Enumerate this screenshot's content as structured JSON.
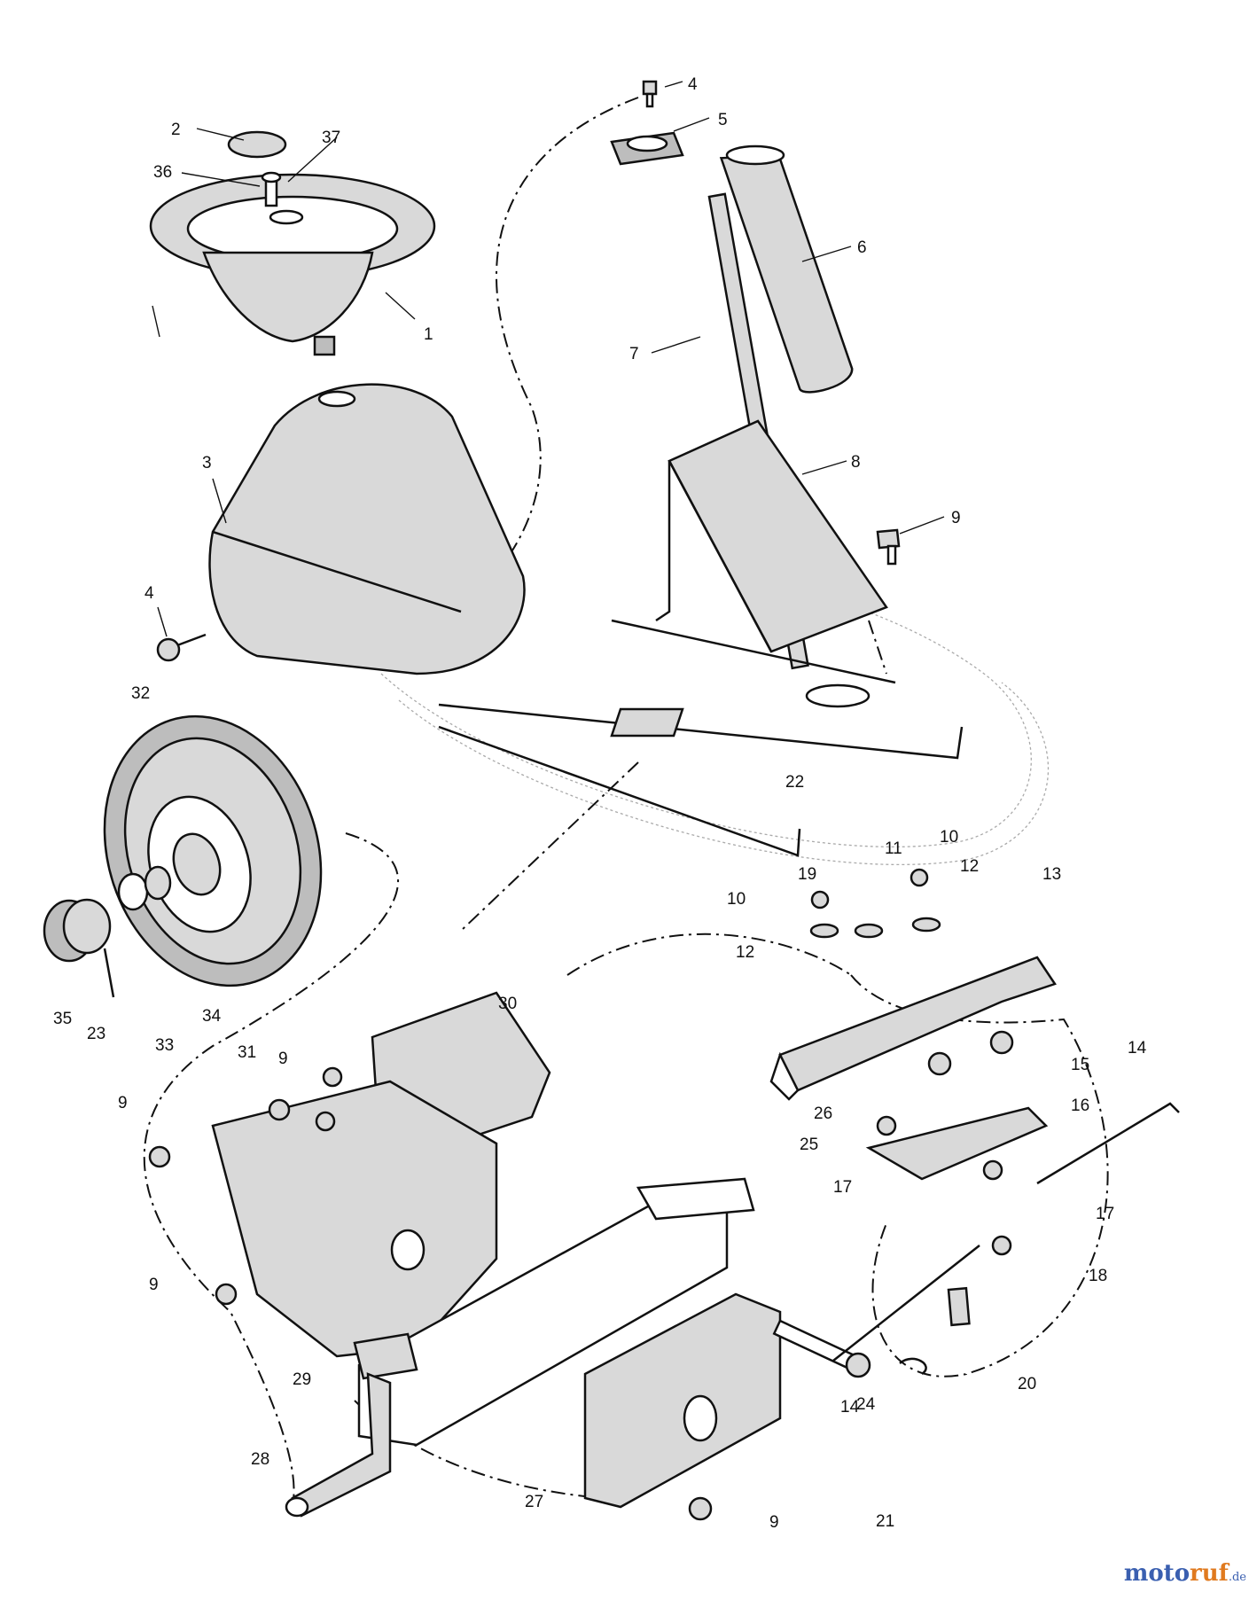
{
  "callouts": [
    "1",
    "2",
    "3",
    "4",
    "4",
    "5",
    "6",
    "7",
    "8",
    "9",
    "9",
    "9",
    "9",
    "9",
    "10",
    "10",
    "11",
    "12",
    "12",
    "13",
    "14",
    "14",
    "15",
    "16",
    "17",
    "17",
    "18",
    "19",
    "20",
    "21",
    "22",
    "23",
    "24",
    "25",
    "26",
    "27",
    "28",
    "29",
    "30",
    "31",
    "32",
    "33",
    "34",
    "35",
    "36",
    "37"
  ],
  "watermark": {
    "main": "moto",
    "accent": "ruf",
    "tld": ".de"
  },
  "colors": {
    "ink": "#111111",
    "part_fill": "#d9d9d9",
    "watermark_blue": "#3a5fb0",
    "watermark_orange": "#e07a1f"
  }
}
